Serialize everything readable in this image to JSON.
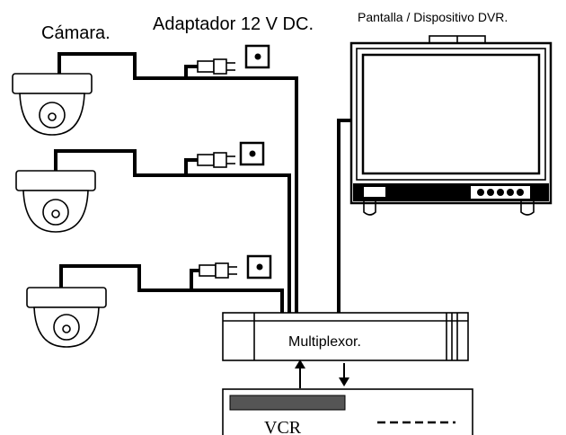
{
  "labels": {
    "camera": "Cámara.",
    "adapter": "Adaptador 12 V DC.",
    "display": "Pantalla / Dispositivo DVR.",
    "multiplexer": "Multiplexor.",
    "vcr": "VCR"
  },
  "icons": {
    "camera": "dome-camera-icon",
    "adapter_plug": "plug-icon",
    "wall_socket": "socket-icon",
    "monitor": "monitor-icon",
    "multiplexer": "multiplexer-box",
    "vcr": "vcr-box"
  },
  "colors": {
    "line": "#000000",
    "background": "#ffffff",
    "vcr_slot": "#555555"
  }
}
